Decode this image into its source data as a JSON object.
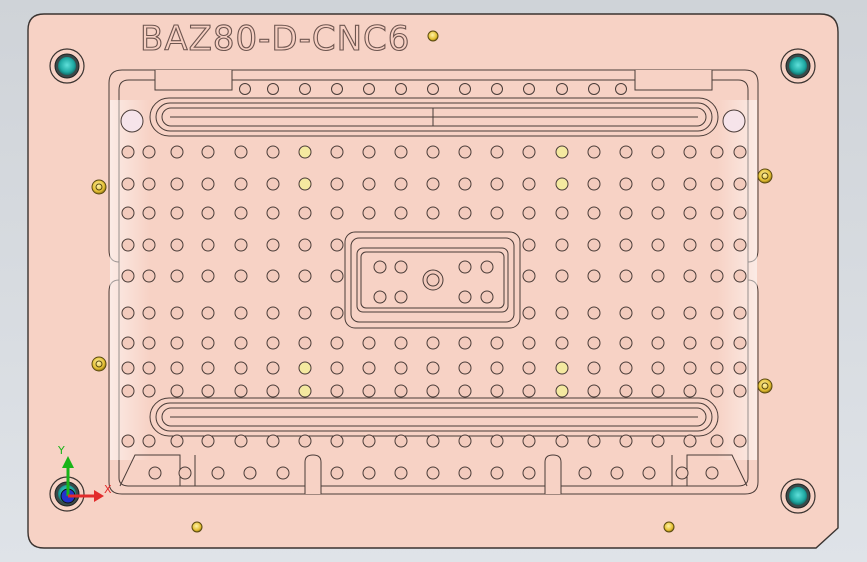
{
  "part_label": "BAZ80-D-CNC6",
  "triad": {
    "y_label": "Y",
    "x_label": "X"
  },
  "colors": {
    "background": "#d8dce1",
    "plate_face": "#f7d2c5",
    "plate_edge": "#3a3330",
    "line": "#4a3c38",
    "hole_fill": "#f3cbbd",
    "bore_fill": "#2bb8b2",
    "brass": "#e6c23a",
    "highlight_hole": "#f4e9a0",
    "axis_x": "#e22c2c",
    "axis_y": "#19b419",
    "axis_z": "#2233cc"
  }
}
